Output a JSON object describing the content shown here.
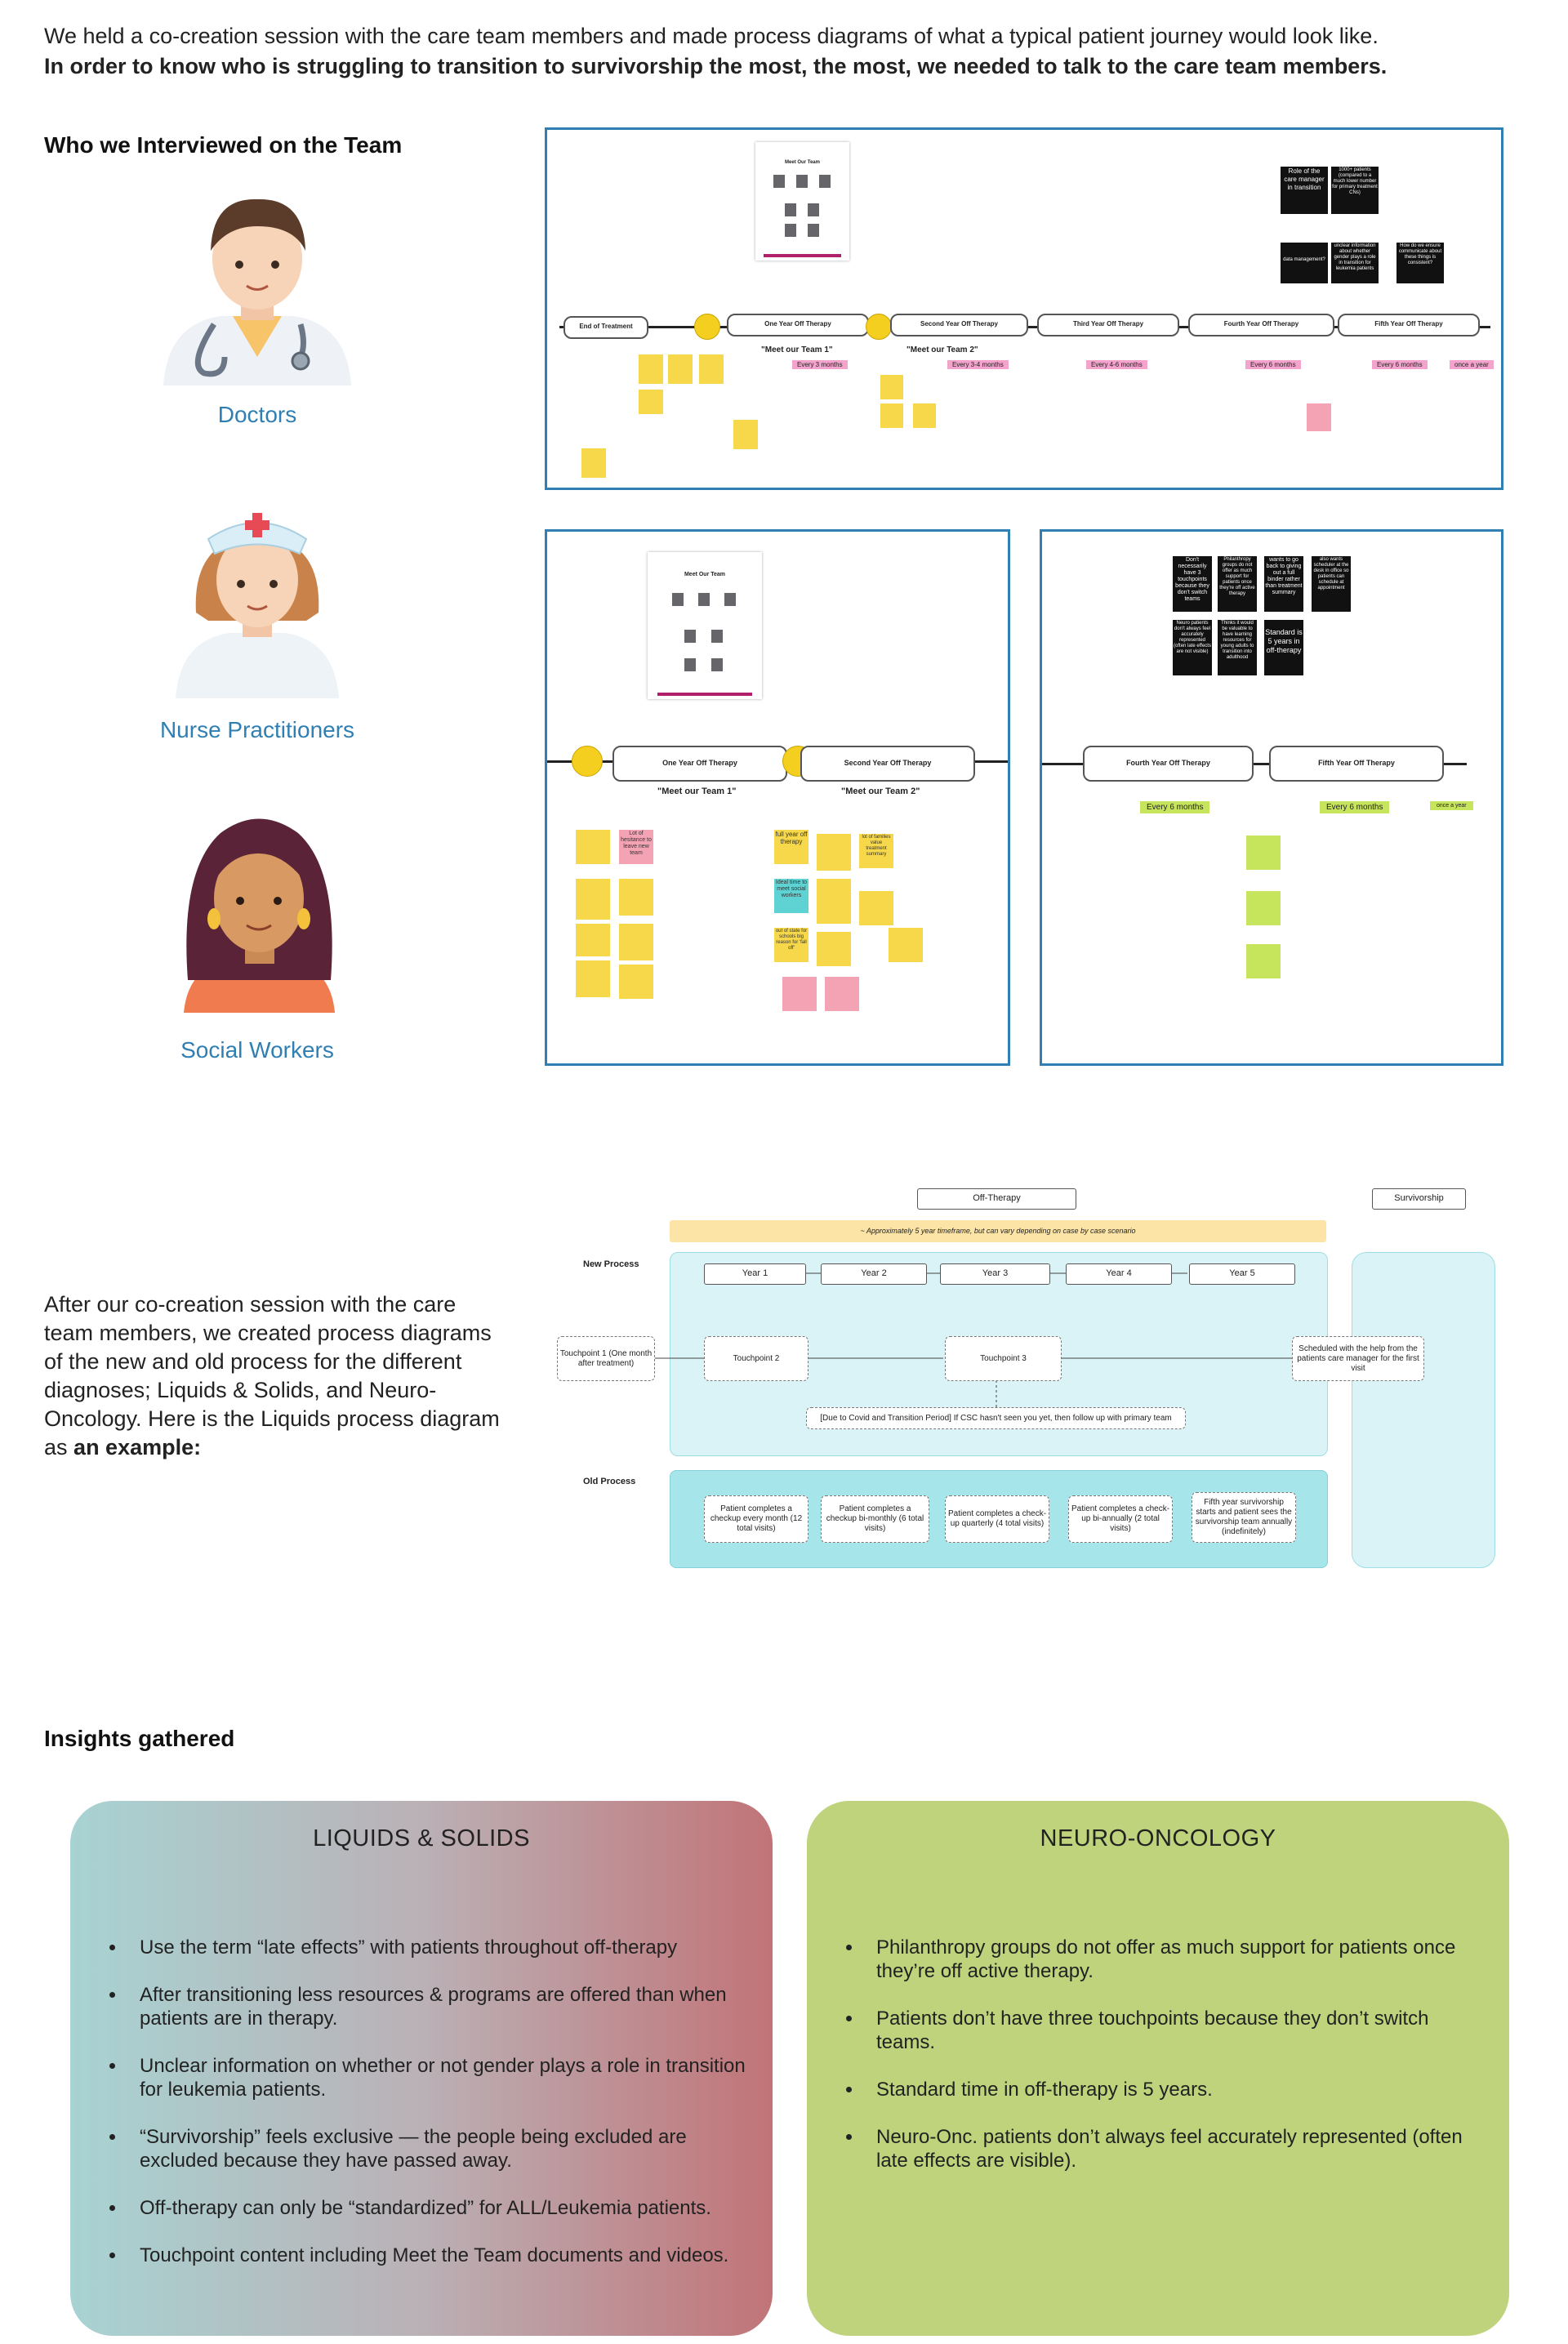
{
  "intro": {
    "line1": "We held a co-creation session with the care team members and made process diagrams of what a typical patient journey would look like.",
    "line2": "In order to know who is struggling to transition to survivorship the most, the most, we needed to talk to the care team members."
  },
  "interviewed": {
    "heading": "Who we Interviewed on the Team",
    "roles": [
      "Doctors",
      "Nurse Practitioners",
      "Social Workers"
    ]
  },
  "board1": {
    "doc_title": "Meet Our Team",
    "stages": [
      "End of Treatment",
      "One Year Off Therapy",
      "Second Year Off Therapy",
      "Third Year Off Therapy",
      "Fourth Year Off Therapy",
      "Fifth Year Off Therapy"
    ],
    "meet1": "\"Meet our Team 1\"",
    "meet2": "\"Meet our Team 2\"",
    "intervals": [
      "Every 3 months",
      "Every 3-4 months",
      "Every 4-6 months",
      "Every 6 months",
      "Every 6 months",
      "once a year"
    ],
    "black_notes": [
      "Role of the care manager in transition",
      "1000+ patients (compared to a much lower number for primary treatment CNs)",
      "data management?",
      "unclear information about whether gender plays a role in transition for leukemia patients",
      "How do we ensure communicate about these things is consistent?"
    ]
  },
  "board2": {
    "doc_title": "Meet Our Team",
    "stages": [
      "One Year Off Therapy",
      "Second Year Off Therapy"
    ],
    "meet1": "\"Meet our Team 1\"",
    "meet2": "\"Meet our Team 2\"",
    "notes": [
      "Lot of hesitance to leave new team",
      "full year off therapy",
      "Ideal time to meet social workers",
      "out of state for schools big reason for 'fall off'",
      "lot of families value treatment summary"
    ]
  },
  "board3": {
    "stages": [
      "Fourth Year Off Therapy",
      "Fifth Year Off Therapy"
    ],
    "intervals": [
      "Every 6 months",
      "Every 6 months",
      "once a year"
    ],
    "black_notes": [
      "Don't necessarily have 3 touchpoints because they don't switch teams",
      "Philanthropy groups do not offer as much support for patients once they're off active therapy",
      "wants to go back to giving out a full binder rather than treatment summary",
      "also wants scheduler at the desk in office so patients can schedule at appointment",
      "Neuro patients don't always feel accurately represented (often late effects are not visible)",
      "Thinks it would be valuable to have learning resources for young adults to transition into adulthood",
      "Standard is 5 years in off-therapy"
    ]
  },
  "process": {
    "description": "After our co-creation session with the care team members, we created process diagrams of the new and old process for the different diagnoses; Liquids & Solids, and Neuro-Oncology. Here is the Liquids process diagram as",
    "description_bold": "an example:",
    "off_therapy": "Off-Therapy",
    "survivorship": "Survivorship",
    "banner": "~ Approximately 5 year timeframe, but can vary depending on case by case scenario",
    "new_label": "New Process",
    "old_label": "Old Process",
    "years": [
      "Year 1",
      "Year 2",
      "Year 3",
      "Year 4",
      "Year 5"
    ],
    "tp1": "Touchpoint 1 (One month after treatment)",
    "tp2": "Touchpoint 2",
    "tp3": "Touchpoint 3",
    "scheduled": "Scheduled with the help from the patients care manager for the first visit",
    "covid": "[Due to Covid and Transition Period] If CSC hasn't seen you yet, then follow up with primary team",
    "old_steps": [
      "Patient completes a checkup every month (12 total visits)",
      "Patient completes a checkup bi-monthly (6 total visits)",
      "Patient completes a check-up quarterly (4 total visits)",
      "Patient completes a check-up bi-annually (2 total visits)",
      "Fifth year survivorship starts and patient sees the survivorship team annually (indefinitely)"
    ]
  },
  "insights": {
    "heading": "Insights gathered",
    "liquids": {
      "title": "LIQUIDS & SOLIDS",
      "items": [
        "Use the term “late effects” with patients throughout off-therapy",
        "After transitioning less resources & programs are offered than when patients are in therapy.",
        "Unclear information on whether or not gender plays a role in transition for leukemia patients.",
        "“Survivorship” feels exclusive — the people being excluded are excluded because they have passed away.",
        "Off-therapy can only be “standardized” for ALL/Leukemia patients.",
        "Touchpoint content including Meet the Team documents and videos."
      ]
    },
    "neuro": {
      "title": "NEURO-ONCOLOGY",
      "items": [
        "Philanthropy groups do not offer as much support for patients once they’re off active therapy.",
        "Patients don’t have three touchpoints because they don’t switch teams.",
        "Standard time in off-therapy is 5 years.",
        "Neuro-Onc. patients don’t always feel accurately represented (often late effects are visible)."
      ]
    }
  }
}
